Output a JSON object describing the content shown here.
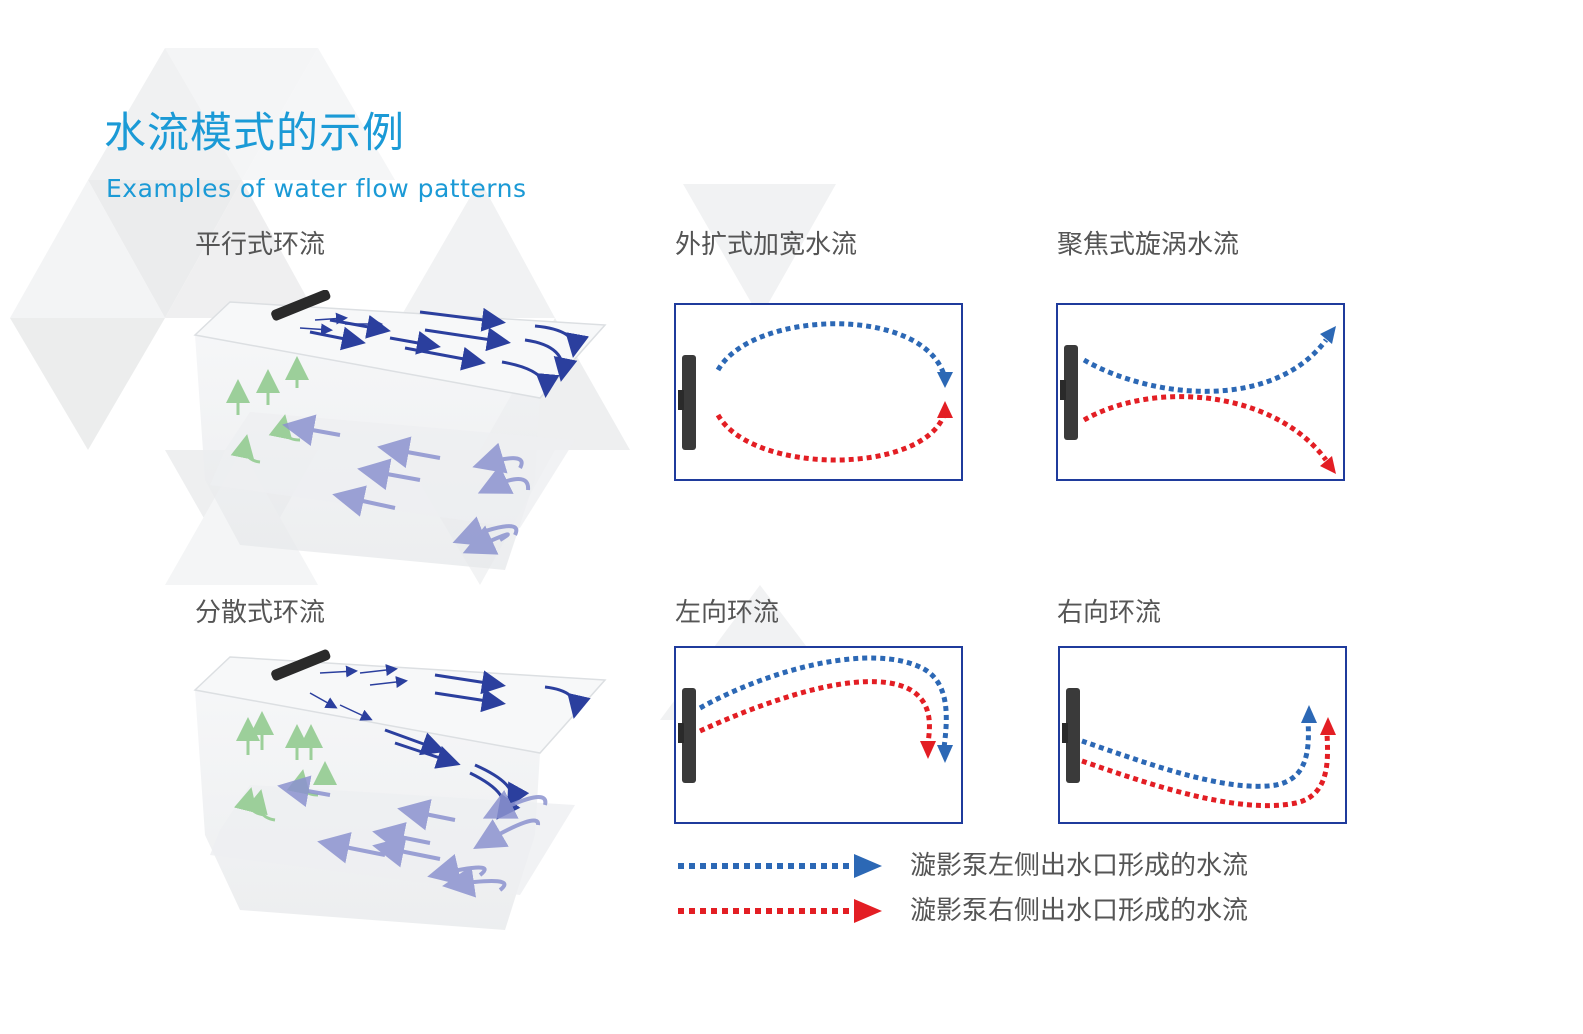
{
  "title": {
    "cn": "水流模式的示例",
    "en": "Examples of water flow patterns"
  },
  "patterns": [
    {
      "id": "parallel",
      "label": "平行式环流"
    },
    {
      "id": "expand",
      "label": "外扩式加宽水流"
    },
    {
      "id": "focus",
      "label": "聚焦式旋涡水流"
    },
    {
      "id": "scatter",
      "label": "分散式环流"
    },
    {
      "id": "left",
      "label": "左向环流"
    },
    {
      "id": "right",
      "label": "右向环流"
    }
  ],
  "legend": [
    {
      "color": "#2c68b5",
      "text": "漩影泵左侧出水口形成的水流"
    },
    {
      "color": "#e31e24",
      "text": "漩影泵右侧出水口形成的水流"
    }
  ],
  "colors": {
    "accent": "#1b9ad6",
    "blue_flow": "#2c68b5",
    "red_flow": "#e31e24",
    "frame": "#1f3b9c",
    "tank_arrow_top": "#2b3f9e",
    "tank_arrow_bottom": "#8c93cf",
    "tank_arrow_green": "#9ccf9a"
  }
}
